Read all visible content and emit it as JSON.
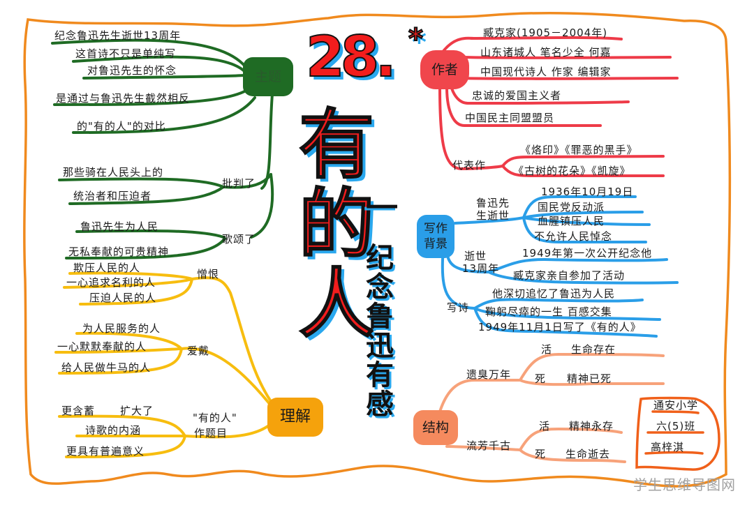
{
  "title": {
    "number": "28.",
    "star": "*",
    "main": "有的人",
    "subtitle_dash": "|",
    "subtitle": "纪念鲁迅有感"
  },
  "colors": {
    "border": "#f08a1e",
    "theme_branch": "#1f6b24",
    "author_branch": "#ee3b48",
    "background_branch": "#2a9ee8",
    "understanding_branch": "#f7bd0f",
    "structure_branch": "#f7a27a",
    "title_fill": "#f21d1d",
    "title_shadow": "#2aa8ee"
  },
  "theme": {
    "label": "主题",
    "lines": [
      "纪念鲁迅先生逝世13周年",
      "这首诗不只是单纯写",
      "对鲁迅先生的怀念",
      "是通过与鲁迅先生截然相反",
      "的\"有的人\"的对比"
    ],
    "criticize": {
      "label": "批判了",
      "lines": [
        "那些骑在人民头上的",
        "统治者和压迫者"
      ]
    },
    "praise": {
      "label": "歌颂了",
      "lines": [
        "鲁迅先生为人民",
        "无私奉献的可贵精神"
      ]
    }
  },
  "understanding": {
    "label": "理解",
    "hate": {
      "label": "憎恨",
      "lines": [
        "欺压人民的人",
        "一心追求名利的人",
        "压迫人民的人"
      ]
    },
    "love": {
      "label": "爱戴",
      "lines": [
        "为人民服务的人",
        "一心默默奉献的人",
        "给人民做牛马的人"
      ]
    },
    "title_use": {
      "label_line1": "\"有的人\"",
      "label_line2": "作题目",
      "lines": [
        "更含蓄",
        "扩大了",
        "诗歌的内涵",
        "更具有普遍意义"
      ]
    }
  },
  "author": {
    "label": "作者",
    "lines": [
      "臧克家(1905－2004年)",
      "山东诸城人  笔名少全  何嘉",
      "中国现代诗人  作家  编辑家",
      "忠诚的爱国主义者",
      "中国民主同盟盟员"
    ],
    "works": {
      "label": "代表作",
      "lines": [
        "《烙印》《罪恶的黑手》",
        "《古树的花朵》《凯旋》"
      ]
    }
  },
  "background": {
    "label_line1": "写作",
    "label_line2": "背景",
    "death": {
      "label_line1": "鲁迅先",
      "label_line2": "生逝世",
      "lines": [
        "1936年10月19日",
        "国民党反动派",
        "血腥镇压人民",
        "不允许人民悼念"
      ]
    },
    "anniversary": {
      "label_line1": "逝世",
      "label_line2": "13周年",
      "lines": [
        "1949年第一次公开纪念他",
        "臧克家亲自参加了活动"
      ]
    },
    "writing": {
      "label": "写诗",
      "lines": [
        "他深切追忆了鲁迅为人民",
        "鞠躬尽瘁的一生 百感交集",
        "1949年11月1日写了《有的人》"
      ]
    }
  },
  "structure": {
    "label": "结构",
    "infamy": {
      "label": "遗臭万年",
      "rows": [
        {
          "state": "活",
          "text": "生命存在"
        },
        {
          "state": "死",
          "text": "精神已死"
        }
      ]
    },
    "fame": {
      "label": "流芳千古",
      "rows": [
        {
          "state": "活",
          "text": "精神永存"
        },
        {
          "state": "死",
          "text": "生命逝去"
        }
      ]
    }
  },
  "signature": {
    "school": "通安小学",
    "class": "六(5)班",
    "name": "高梓淇"
  },
  "watermark": "学生思维导图网"
}
